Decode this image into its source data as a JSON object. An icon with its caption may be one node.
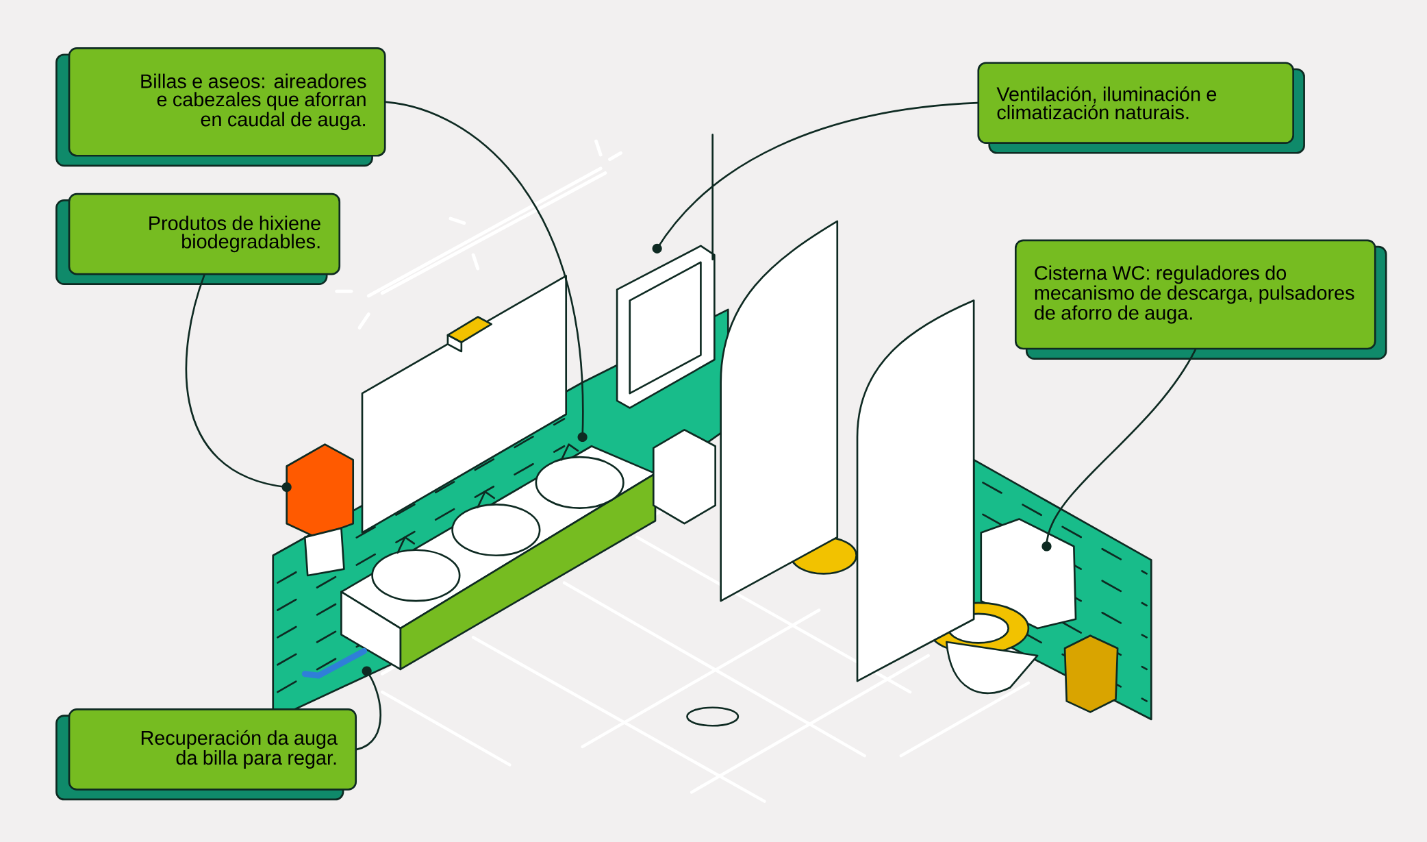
{
  "diagram": {
    "nodes": [
      {
        "text": [
          "Billas e aseos: aireadores e cabezales que aforran en caudal de auga."
        ]
      },
      {
        "text": [
          "Produtos de hixiene biodegradables."
        ]
      },
      {
        "text": [
          "Ventilación, iluminación e climatización naturais."
        ]
      },
      {
        "text": [
          "Cisterna WC: reguladores do mecanismo de descarga, pulsadores de aforro de auga."
        ]
      },
      {
        "text": [
          "Recuperación da auga da billa para regar."
        ]
      }
    ],
    "edges": [
      {
        "from": 0,
        "to": null,
        "arrow": "other"
      },
      {
        "from": 1,
        "to": null,
        "arrow": "other"
      },
      {
        "from": 2,
        "to": null,
        "arrow": "other"
      },
      {
        "from": 3,
        "to": null,
        "arrow": "other"
      },
      {
        "from": 4,
        "to": null,
        "arrow": "other"
      }
    ]
  }
}
